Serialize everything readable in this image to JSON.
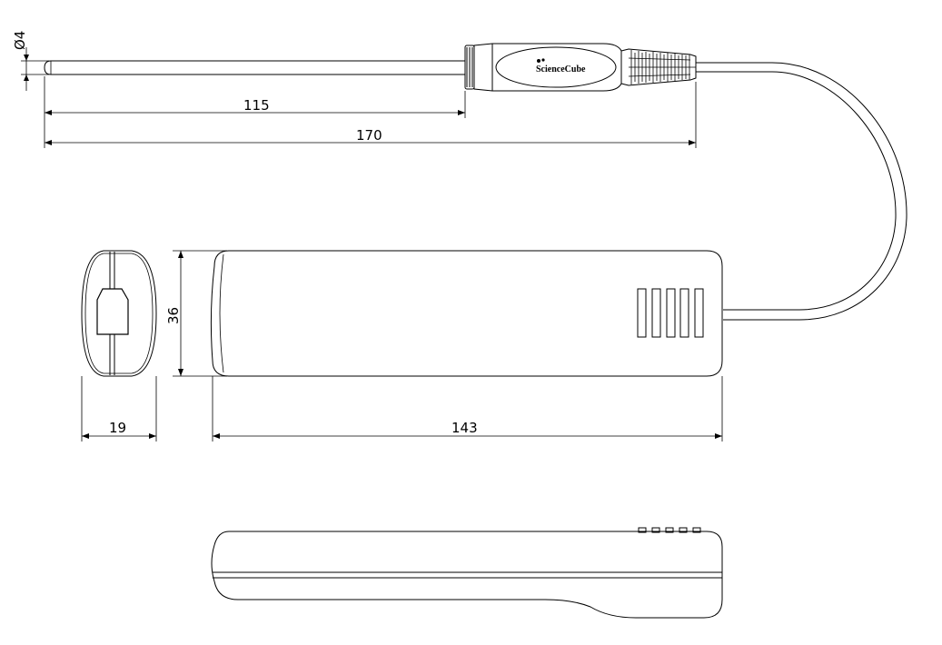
{
  "drawing": {
    "dimensions": {
      "probe_diameter": "Ø4",
      "probe_length": "115",
      "probe_total_length": "170",
      "housing_height": "36",
      "housing_depth": "19",
      "housing_width": "143"
    },
    "logo": {
      "text": "ScienceCube"
    }
  }
}
